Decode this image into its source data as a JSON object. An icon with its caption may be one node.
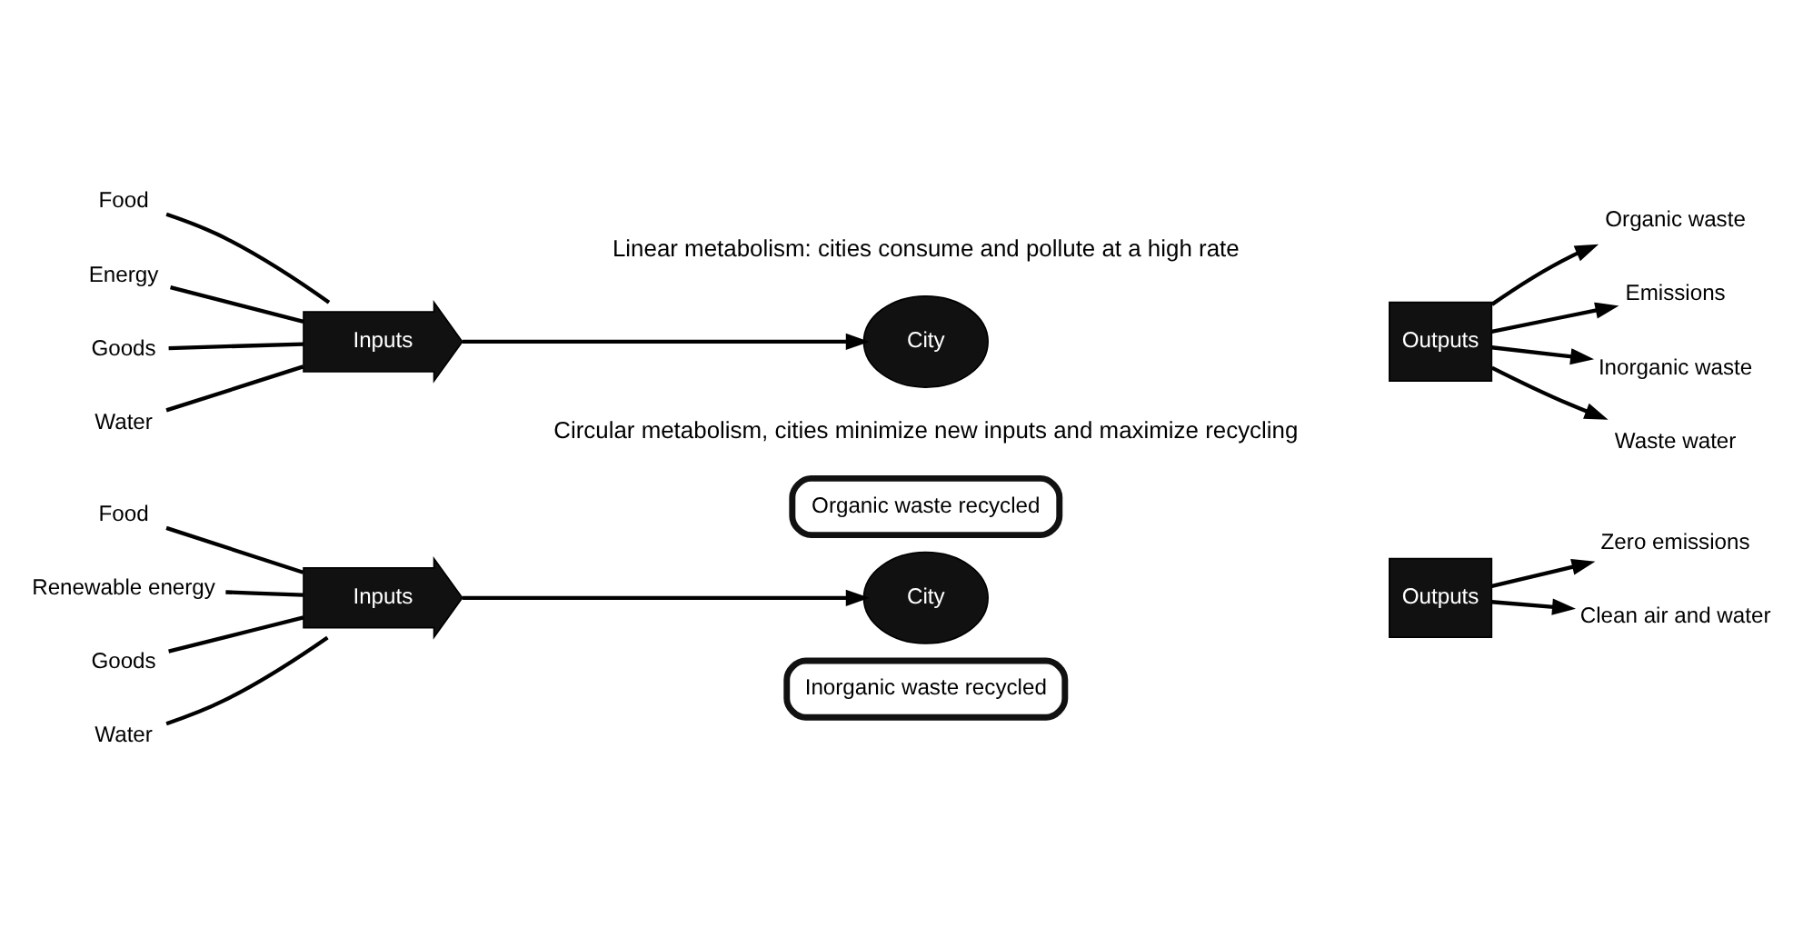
{
  "diagram": {
    "nodes": [
      {
        "text": [
          "Food"
        ]
      },
      {
        "text": [
          "Energy"
        ]
      },
      {
        "text": [
          "Goods"
        ]
      },
      {
        "text": [
          "Water"
        ]
      },
      {
        "text": [
          "Inputs"
        ]
      },
      {
        "text": [
          "City"
        ]
      },
      {
        "text": [
          "Outputs"
        ]
      },
      {
        "text": [
          "Organic waste"
        ]
      },
      {
        "text": [
          "Emissions"
        ]
      },
      {
        "text": [
          "Inorganic waste"
        ]
      },
      {
        "text": [
          "Waste water"
        ]
      },
      {
        "text": [
          "Food"
        ]
      },
      {
        "text": [
          "Renewable energy"
        ]
      },
      {
        "text": [
          "Goods"
        ]
      },
      {
        "text": [
          "Water"
        ]
      },
      {
        "text": [
          "Inputs"
        ]
      },
      {
        "text": [
          "Organic waste recycled"
        ]
      },
      {
        "text": [
          "City"
        ]
      },
      {
        "text": [
          "Inorganic waste recycled"
        ]
      },
      {
        "text": [
          "Outputs"
        ]
      },
      {
        "text": [
          "Zero emissions"
        ]
      },
      {
        "text": [
          "Clean air and water"
        ]
      }
    ],
    "edges": [
      {
        "from": 0,
        "to": 4,
        "arrow": "none"
      },
      {
        "from": 1,
        "to": 4,
        "arrow": "none"
      },
      {
        "from": 2,
        "to": 4,
        "arrow": "none"
      },
      {
        "from": 3,
        "to": 4,
        "arrow": "none"
      },
      {
        "from": 4,
        "to": 5,
        "arrow": "to"
      },
      {
        "from": 6,
        "to": 7,
        "arrow": "to"
      },
      {
        "from": 6,
        "to": 8,
        "arrow": "to"
      },
      {
        "from": 6,
        "to": 9,
        "arrow": "to"
      },
      {
        "from": 6,
        "to": 10,
        "arrow": "to"
      },
      {
        "from": 11,
        "to": 15,
        "arrow": "none"
      },
      {
        "from": 12,
        "to": 15,
        "arrow": "none"
      },
      {
        "from": 13,
        "to": 15,
        "arrow": "none"
      },
      {
        "from": 14,
        "to": 15,
        "arrow": "none"
      },
      {
        "from": 15,
        "to": 17,
        "arrow": "to"
      },
      {
        "from": 19,
        "to": 20,
        "arrow": "to"
      },
      {
        "from": 19,
        "to": 21,
        "arrow": "to"
      }
    ],
    "labels": [
      "Linear metabolism: cities consume and pollute at a high rate",
      "Circular metabolism, cities minimize new inputs and maximize recycling"
    ]
  }
}
